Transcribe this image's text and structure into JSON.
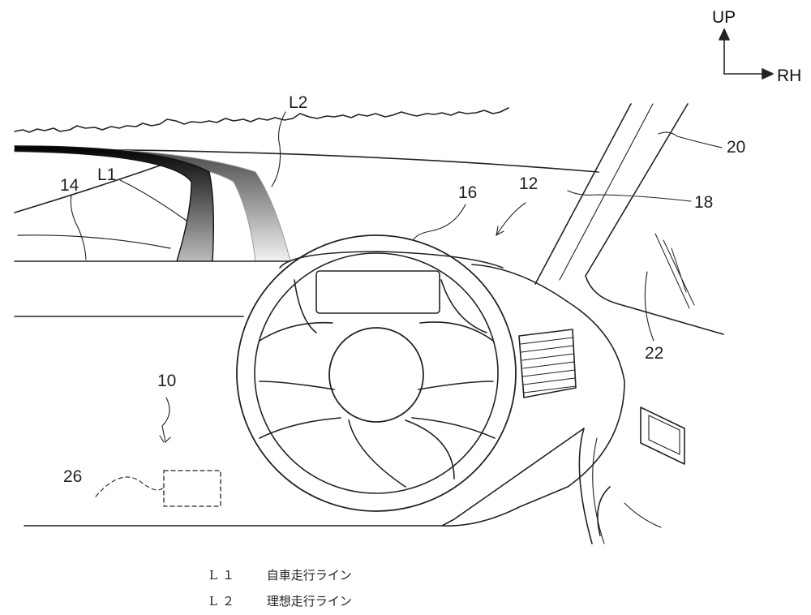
{
  "orientation": {
    "up_label": "UP",
    "right_label": "RH"
  },
  "reference_numerals": {
    "system": "10",
    "cabin": "12",
    "road": "14",
    "steering_wheel": "16",
    "windshield": "18",
    "a_pillar": "20",
    "side_window": "22",
    "controller": "26",
    "own_line": "L1",
    "ideal_line": "L2"
  },
  "legend": [
    {
      "code": "L１",
      "text": "自車走行ライン"
    },
    {
      "code": "L２",
      "text": "理想走行ライン"
    }
  ],
  "colors": {
    "line_art": "#222222",
    "own_line": "#1a1a1a",
    "ideal_line": "#bdbdbd"
  }
}
